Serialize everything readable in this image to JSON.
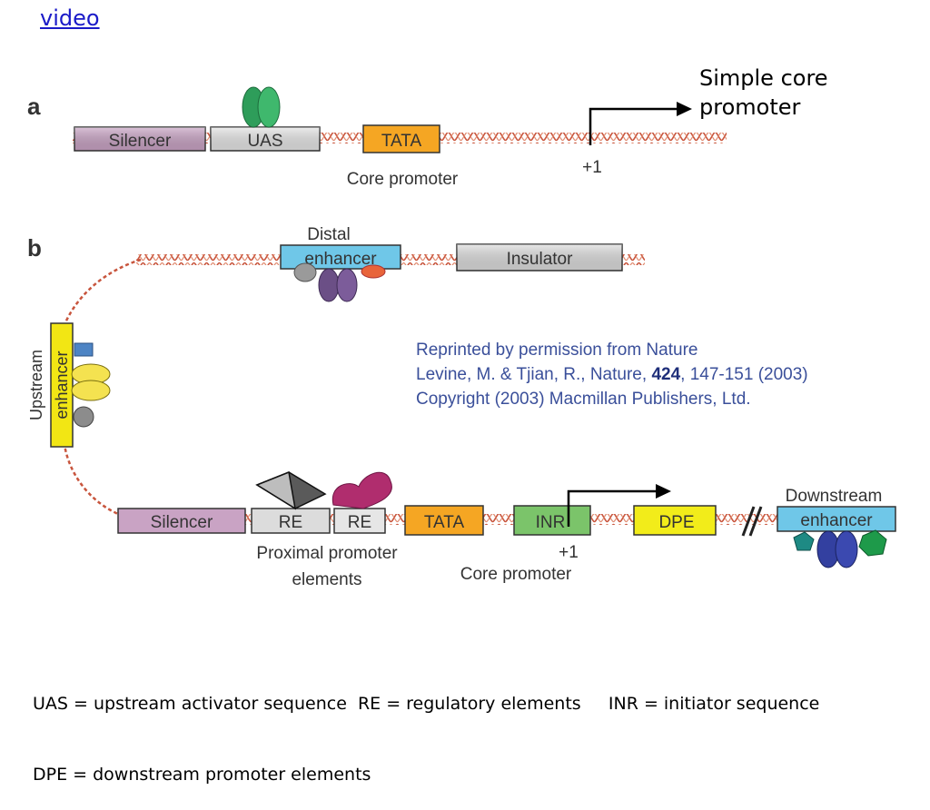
{
  "header": {
    "video_link": "video"
  },
  "annotation": {
    "line1": "Simple core",
    "line2": "promoter"
  },
  "panel_a": {
    "label": "a",
    "silencer": "Silencer",
    "uas": "UAS",
    "tata": "TATA",
    "core_promoter": "Core promoter",
    "tss": "+1"
  },
  "panel_b": {
    "label": "b",
    "distal": "Distal",
    "enhancer": "enhancer",
    "insulator": "Insulator",
    "upstream": "Upstream",
    "upstream_enhancer": "enhancer",
    "silencer": "Silencer",
    "re1": "RE",
    "re2": "RE",
    "tata": "TATA",
    "inr": "INR",
    "dpe": "DPE",
    "downstream": "Downstream",
    "downstream_enhancer": "enhancer",
    "proximal_line1": "Proximal promoter",
    "proximal_line2": "elements",
    "tss": "+1",
    "core_promoter": "Core promoter"
  },
  "credit": {
    "line1": "Reprinted by permission from Nature",
    "line2_a": "Levine, M. & Tjian, R., Nature, ",
    "line2_vol": "424",
    "line2_b": ", 147-151 (2003)",
    "line3": "Copyright (2003) Macmillan Publishers, Ltd."
  },
  "legend": {
    "line1": "UAS = upstream activator sequence  RE = regulatory elements     INR = initiator sequence",
    "line2": "DPE = downstream promoter elements"
  },
  "colors": {
    "silencer": "#c9a3c4",
    "uas": "#e6e6e6",
    "tata": "#f5a623",
    "enhancer": "#6fc7e8",
    "insulator": "#dcdcdc",
    "upstream_enhancer": "#f2e614",
    "inr": "#7bc46a",
    "dpe": "#f2ec1a",
    "dna": "#c8553d"
  }
}
